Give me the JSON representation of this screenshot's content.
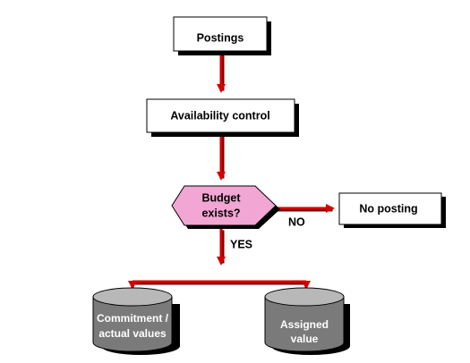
{
  "nodes": {
    "postings": {
      "label": "Postings"
    },
    "availability_control": {
      "label": "Availability control"
    },
    "decision": {
      "line1": "Budget",
      "line2": "exists?"
    },
    "no_posting": {
      "label": "No posting"
    },
    "commitment": {
      "line1": "Commitment /",
      "line2": "actual values"
    },
    "assigned": {
      "line1": "Assigned",
      "line2": "value"
    }
  },
  "edges": {
    "no_label": "NO",
    "yes_label": "YES"
  },
  "colors": {
    "arrow": "#d40000",
    "decision_fill": "#f2a6d4",
    "cylinder_fill": "#7a7a7a",
    "cylinder_top": "#b8b8b8",
    "shadow": "#000000"
  }
}
